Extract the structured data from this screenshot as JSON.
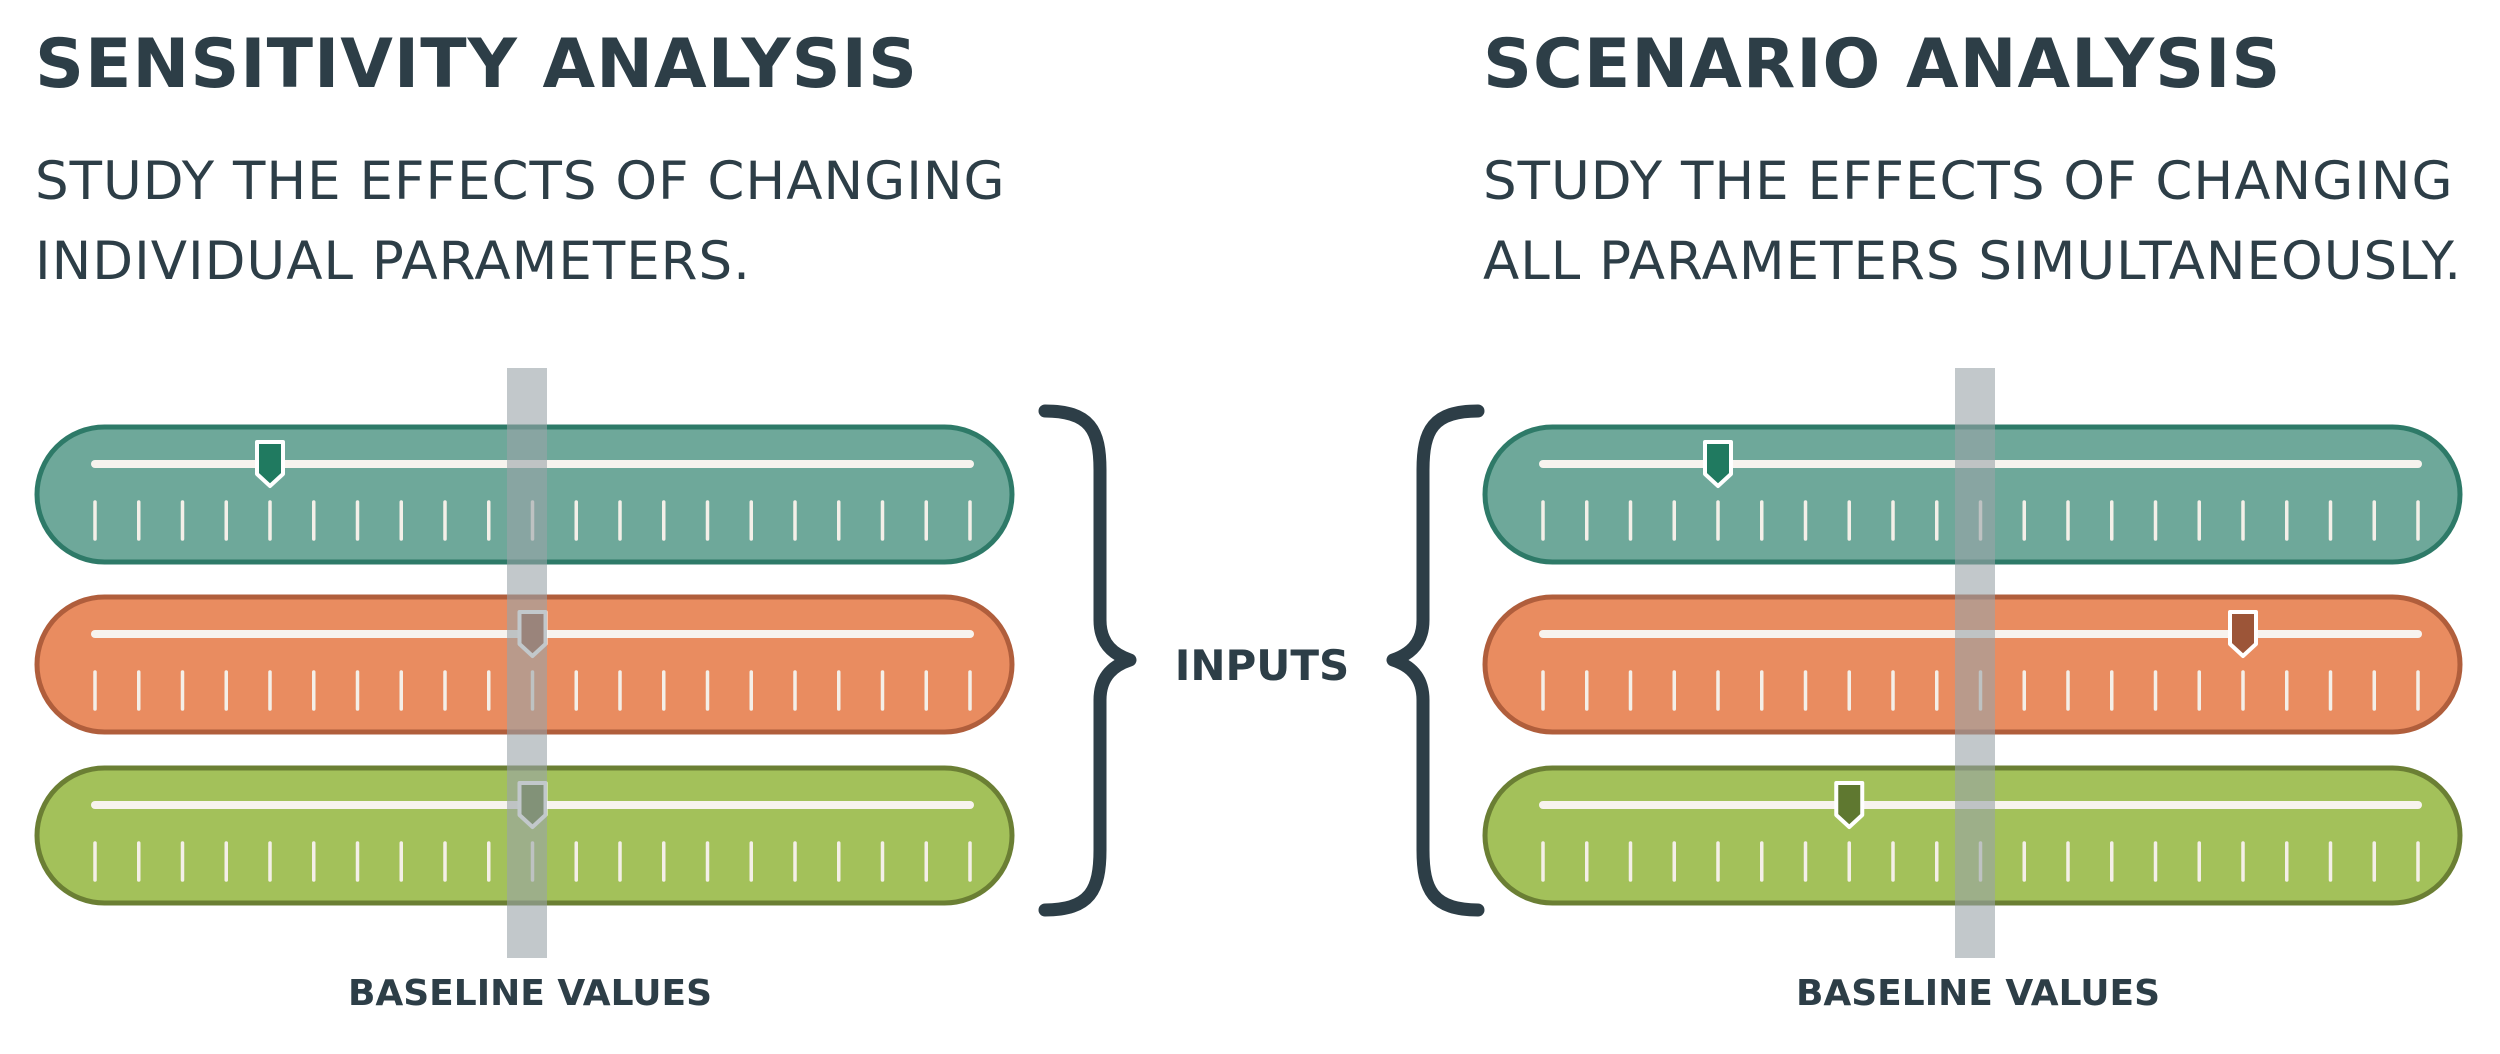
{
  "left_panel": {
    "title": "SENSITIVITY ANALYSIS",
    "subtitle_line1": "STUDY THE EFFECTS OF CHANGING",
    "subtitle_line2": "INDIVIDUAL PARAMETERS.",
    "baseline_label": "BASELINE VALUES",
    "slider_positions": [
      0.2,
      0.5,
      0.5
    ]
  },
  "right_panel": {
    "title": "SCENARIO ANALYSIS",
    "subtitle_line1": "STUDY THE EFFECTS OF CHANGING",
    "subtitle_line2": "ALL PARAMETERS SIMULTANEOUSLY.",
    "baseline_label": "BASELINE VALUES",
    "slider_positions": [
      0.2,
      0.8,
      0.35
    ]
  },
  "center": {
    "inputs_label": "INPUTS"
  },
  "colors": {
    "text": "#2d3e47",
    "baseline_band": "#9aa3a8",
    "slider_fills": [
      "#6ea89a",
      "#e98c60",
      "#a3c15a"
    ],
    "slider_borders": [
      "#2e7a68",
      "#b05e3c",
      "#6b7f34"
    ],
    "handle_fills": [
      "#207a60",
      "#9c5538",
      "#5f7830"
    ]
  },
  "tick_count": 21
}
